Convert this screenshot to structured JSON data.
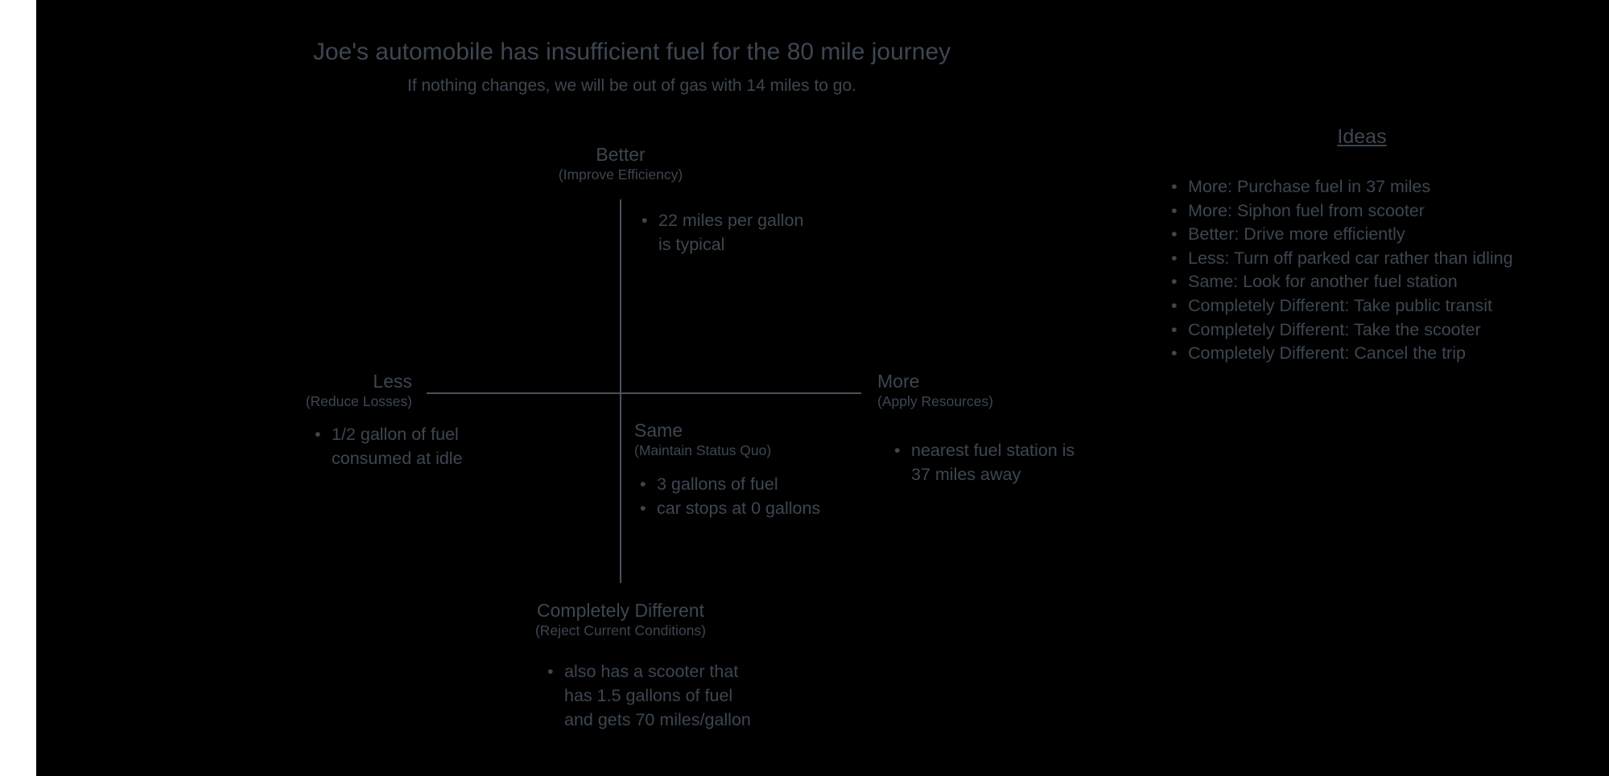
{
  "canvas": {
    "background": "#000000",
    "left_strip_color": "#ffffff",
    "text_color": "#3d4651",
    "line_color": "#4a525c",
    "bullet_char": "•"
  },
  "header": {
    "title": "Joe's automobile has insufficient fuel for the 80 mile journey",
    "subtitle": "If nothing changes, we will be out of gas with 14 miles to go."
  },
  "quadrant": {
    "better": {
      "label": "Better",
      "sublabel": "(Improve Efficiency)",
      "bullets": [
        "22 miles per gallon\nis typical"
      ]
    },
    "less": {
      "label": "Less",
      "sublabel": "(Reduce Losses)",
      "bullets": [
        "1/2 gallon of fuel\nconsumed at idle"
      ]
    },
    "more": {
      "label": "More",
      "sublabel": "(Apply Resources)",
      "bullets": [
        "nearest fuel station is\n37 miles away"
      ]
    },
    "same": {
      "label": "Same",
      "sublabel": "(Maintain Status Quo)",
      "bullets": [
        "3 gallons of fuel",
        "car stops at 0 gallons"
      ]
    },
    "completely_different": {
      "label": "Completely Different",
      "sublabel": "(Reject Current Conditions)",
      "bullets": [
        "also has a scooter that\nhas 1.5 gallons of fuel\nand gets 70 miles/gallon"
      ]
    }
  },
  "ideas": {
    "heading": "Ideas",
    "items": [
      "More: Purchase fuel in 37 miles",
      "More: Siphon fuel from scooter",
      "Better: Drive more efficiently",
      "Less: Turn off parked car rather than idling",
      "Same: Look for another fuel station",
      "Completely Different: Take public transit",
      "Completely Different: Take the scooter",
      "Completely Different: Cancel the trip"
    ]
  }
}
